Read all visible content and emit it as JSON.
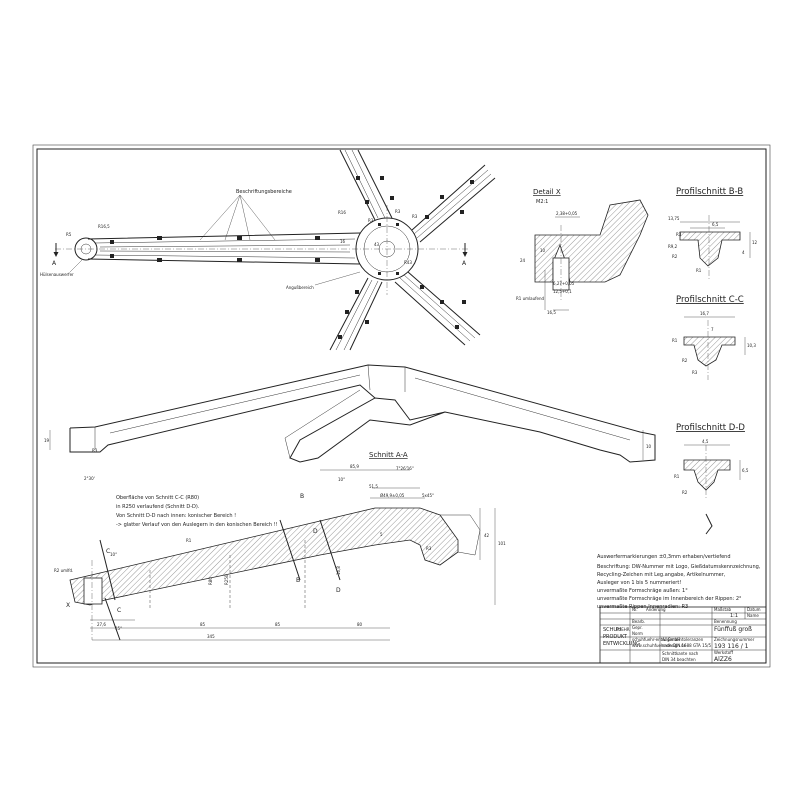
{
  "views": {
    "top_labels": {
      "beschriftungsbereiche": "Beschriftungsbereiche",
      "huelsenauswerfer": "Hülsenauswerfer",
      "angussbereich": "Angußbereich",
      "section_a": "A",
      "section_a2": "A",
      "r_hub": "R5",
      "r_tip": "R16,5",
      "r_arm": "R16",
      "r_center": "R3",
      "r_center2": "R3",
      "dim_16": "16",
      "dim_43": "43",
      "dim_r43": "R43",
      "dim_r3": "R3"
    },
    "detail_x": {
      "title": "Detail X",
      "scale": "M2:1",
      "d1": "2,38+0,05",
      "d2": "6,27+0,05",
      "d3": "12,5+0,1",
      "d4": "16,5",
      "d5": "24",
      "d6": "10",
      "d7": "R1 umlaufend"
    },
    "profile_bb": {
      "title": "Profilschnitt B-B",
      "d1": "13,75",
      "d2": "6,5",
      "d3": "R3",
      "d4": "12",
      "d5": "4",
      "d6": "R2",
      "d7": "R1",
      "d8": "R9,2"
    },
    "profile_cc": {
      "title": "Profilschnitt C-C",
      "d1": "16,7",
      "d2": "7",
      "d3": "10,3",
      "d4": "R1",
      "d5": "R2",
      "d6": "R3"
    },
    "profile_dd": {
      "title": "Profilschnitt D-D",
      "d1": "4,5",
      "d2": "6,5",
      "d3": "R1",
      "d4": "R2"
    },
    "isometric": {
      "dim_left": "19",
      "dim_r": "R3",
      "dim_angle": "2°30'",
      "dim_right": "10"
    },
    "section_aa": {
      "title": "Schnitt A-A",
      "d_top1": "85,9",
      "d_top2": "7°26'16\"",
      "d_top3": "51,5",
      "d_top4": "Ø49,9±0,05",
      "d_top5": "5x45°",
      "d_left_r": "R2 umlfd.",
      "d_r3": "R3",
      "d_r80": "R80",
      "d_r250": "R250",
      "d_r1": "R1",
      "d_5": "5",
      "d_16_8": "16,8",
      "d_42": "42",
      "d_101": "101",
      "d_27_6": "27,6",
      "d_bottom1": "85",
      "d_bottom2": "85",
      "d_bottom3": "80",
      "d_total": "345",
      "d_angle1": "10°",
      "d_angle2": "15°",
      "d_angle3": "10°",
      "lbl_b": "B",
      "lbl_c": "C",
      "lbl_c2": "C",
      "lbl_d": "D",
      "lbl_d2": "D",
      "lbl_b2": "B",
      "lbl_x": "X"
    },
    "note_cc": {
      "line1": "Oberfläche von Schnitt C-C (R80)",
      "line2": "in R250 verlaufend (Schnitt D-D).",
      "line3": "Von Schnitt D-D nach innen: konischer Bereich !",
      "line4": "-> glatter Verlauf von den Auslegern in den konischen Bereich !!"
    }
  },
  "notes": {
    "line1": "Auswerfermarkierungen ±0,3mm erhaben/vertiefend",
    "line2": "Beschriftung: DW-Nummer mit Logo, Gießdatumskennzeichnung,",
    "line3": "Recycling-Zeichen mit Leg.angabe, Artikelnummer,",
    "line4": "Ausleger von 1 bis 5 nummeriert!",
    "line5": "unvermaßte Formschräge außen: 1°",
    "line6": "unvermaßte Formschräge im Innenbereich der Rippen: 2°",
    "line7": "unvermaßte Rippen-Innenradien: R3"
  },
  "title_block": {
    "company_l1": "SCHUH",
    "company_l2": "PRODUKT",
    "company_l3": "ENTWICKLUNG",
    "company_mark": "FUEHR",
    "addr1": "schuhfuehr-entw. GmbH",
    "addr2": "www.schuhfuehr-design.de",
    "tolerances1": "Allgemeintoleranzen",
    "tolerances2": "nach DIN 1688 GTA 15/5",
    "edges1": "Schnittkante nach",
    "edges2": "DIN 34 beachten",
    "scale_label": "Maßstab",
    "scale": "1:1",
    "name_label": "Benennung",
    "name": "Fünffuß groß",
    "drawing_label": "Zeichnungsnummer",
    "drawing_no": "193 116 / 1",
    "material_label": "Werkstoff",
    "material": "AlZZ6",
    "row_nr": "Nr.",
    "row_change": "Änderung",
    "row_date": "Datum",
    "row_name": "Name",
    "bearb": "Bearb.",
    "gepr": "Gepr.",
    "norm": "Norm"
  }
}
